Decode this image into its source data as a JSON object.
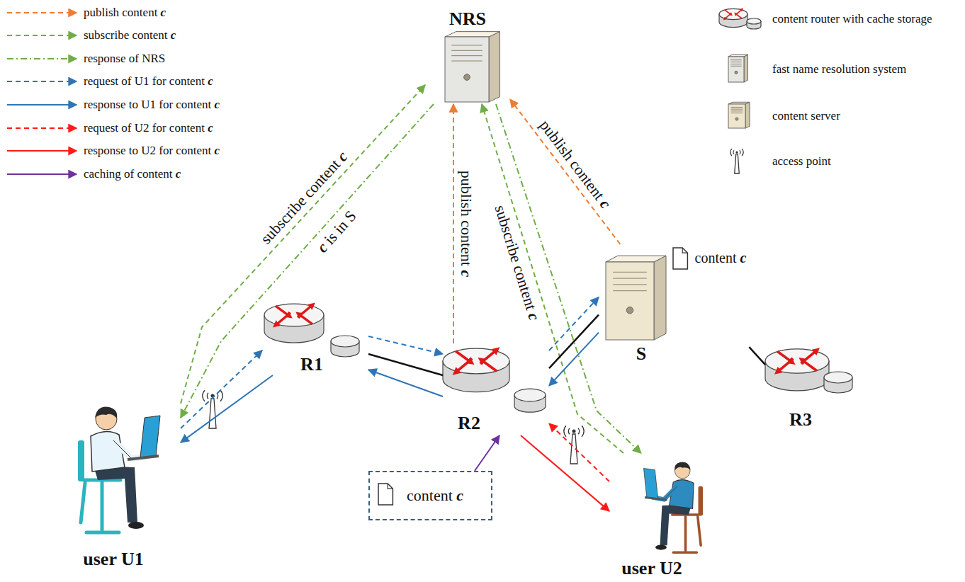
{
  "diagram": {
    "nodes": [
      {
        "text": [
          "NRS"
        ]
      },
      {
        "text": [
          "content c",
          "S"
        ]
      },
      {
        "text": [
          "R1"
        ]
      },
      {
        "text": [
          "R2"
        ]
      },
      {
        "text": [
          "R3"
        ]
      },
      {
        "text": [
          "user U1"
        ]
      },
      {
        "text": [
          "content c"
        ]
      },
      {
        "text": [
          "user U2"
        ]
      }
    ],
    "edges": [
      {
        "from": 5,
        "to": 0,
        "arrow": "to",
        "label": "subscribe content c"
      },
      {
        "from": 0,
        "to": 5,
        "arrow": "to",
        "label": "c is in S"
      },
      {
        "from": 3,
        "to": 0,
        "arrow": "to",
        "label": "publish content c"
      },
      {
        "from": 7,
        "to": 0,
        "arrow": "to",
        "label": "subscribe content c"
      },
      {
        "from": 0,
        "to": 7,
        "arrow": "to"
      },
      {
        "from": 1,
        "to": 0,
        "arrow": "to",
        "label": "publish content c"
      },
      {
        "from": 5,
        "to": 2,
        "arrow": "to"
      },
      {
        "from": 2,
        "to": 3,
        "arrow": "to"
      },
      {
        "from": 3,
        "to": 1,
        "arrow": "to"
      },
      {
        "from": 1,
        "to": 3,
        "arrow": "to"
      },
      {
        "from": 3,
        "to": 2,
        "arrow": "to"
      },
      {
        "from": 2,
        "to": 5,
        "arrow": "to"
      },
      {
        "from": 7,
        "to": 3,
        "arrow": "to"
      },
      {
        "from": 3,
        "to": 7,
        "arrow": "to"
      },
      {
        "from": 6,
        "to": 3,
        "arrow": "to"
      },
      {
        "from": 2,
        "to": 3,
        "arrow": "none"
      },
      {
        "from": 3,
        "to": 1,
        "arrow": "none"
      },
      {
        "from": 1,
        "to": 4,
        "arrow": "none"
      }
    ],
    "legend": [
      {
        "text": "publish content c"
      },
      {
        "text": "subscribe content c"
      },
      {
        "text": "response of NRS"
      },
      {
        "text": "request of U1 for content c"
      },
      {
        "text": "response to U1 for content c"
      },
      {
        "text": "request of U2 for content c"
      },
      {
        "text": "response to U2 for content c"
      },
      {
        "text": "caching of content c"
      },
      {
        "text": "content router with cache storage"
      },
      {
        "text": "fast name resolution system"
      },
      {
        "text": "content server"
      },
      {
        "text": "access point"
      }
    ]
  }
}
